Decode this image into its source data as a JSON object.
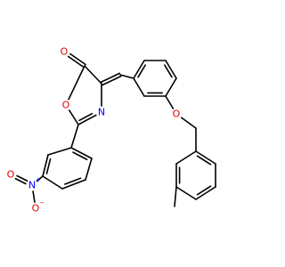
{
  "diagram": {
    "type": "chemical-structure",
    "colors": {
      "bond": "#000000",
      "oxygen": "#e00000",
      "nitrogen": "#0000ff",
      "carbon": "#000000"
    },
    "atom_labels": [
      {
        "id": "O_carbonyl",
        "text": "O",
        "element": "O"
      },
      {
        "id": "O_ring",
        "text": "O",
        "element": "O"
      },
      {
        "id": "N_ring",
        "text": "N",
        "element": "N"
      },
      {
        "id": "O_ether",
        "text": "O",
        "element": "O"
      },
      {
        "id": "N_nitro",
        "text": "N",
        "element": "N",
        "charge": "+"
      },
      {
        "id": "O_nitro_minus",
        "text": "O",
        "element": "O",
        "charge": "−"
      },
      {
        "id": "O_nitro_double",
        "text": "O",
        "element": "O"
      }
    ]
  }
}
